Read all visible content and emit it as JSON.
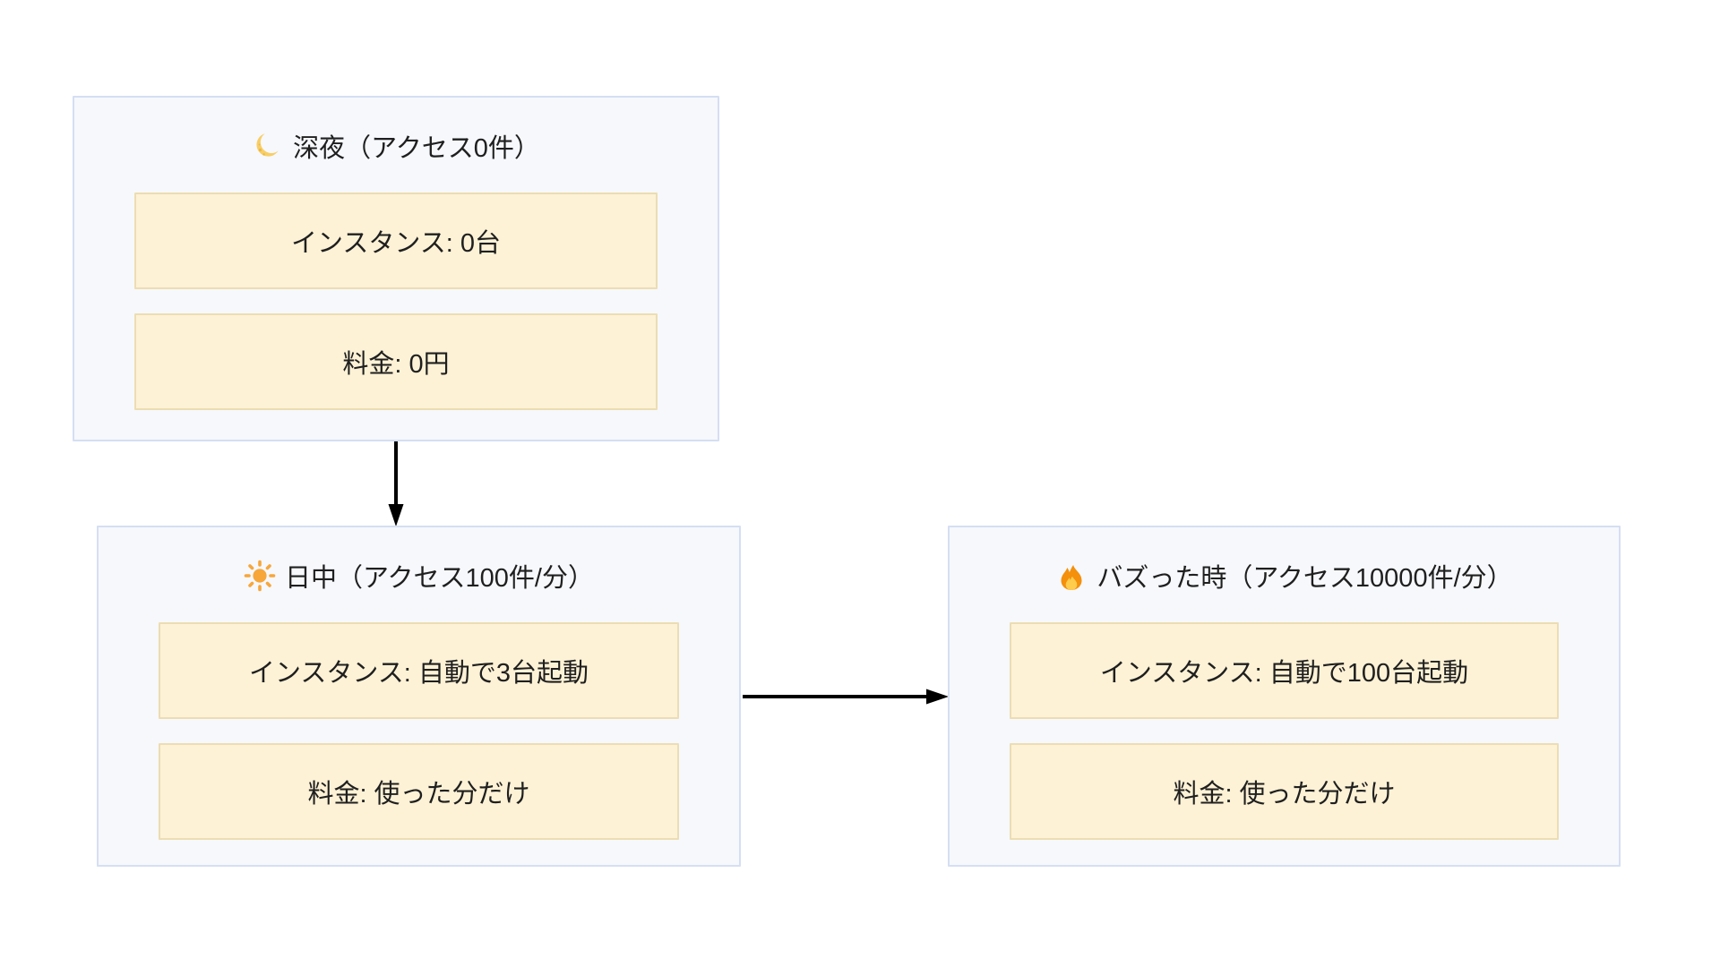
{
  "diagram": {
    "background": "#ffffff",
    "cards": [
      {
        "id": "night",
        "icon": "moon-icon",
        "title": "深夜（アクセス0件）",
        "rows": [
          "インスタンス: 0台",
          "料金: 0円"
        ]
      },
      {
        "id": "daytime",
        "icon": "sun-icon",
        "title": "日中（アクセス100件/分）",
        "rows": [
          "インスタンス: 自動で3台起動",
          "料金: 使った分だけ"
        ]
      },
      {
        "id": "viral",
        "icon": "fire-icon",
        "title": "バズった時（アクセス10000件/分）",
        "rows": [
          "インスタンス: 自動で100台起動",
          "料金: 使った分だけ"
        ]
      }
    ],
    "edges": [
      {
        "from": "night",
        "to": "daytime",
        "direction": "down"
      },
      {
        "from": "daytime",
        "to": "viral",
        "direction": "right"
      }
    ],
    "colors": {
      "card_fill": "#f6f8fc",
      "card_border": "#d5dff3",
      "row_fill": "#fdf2d6",
      "row_border": "#ecddb2",
      "text": "#1f1f1f",
      "arrow": "#000000",
      "moon": "#f8ce65",
      "sun": "#f7a63a",
      "fire_outer": "#f4900c",
      "fire_inner": "#ffcc4d"
    }
  }
}
